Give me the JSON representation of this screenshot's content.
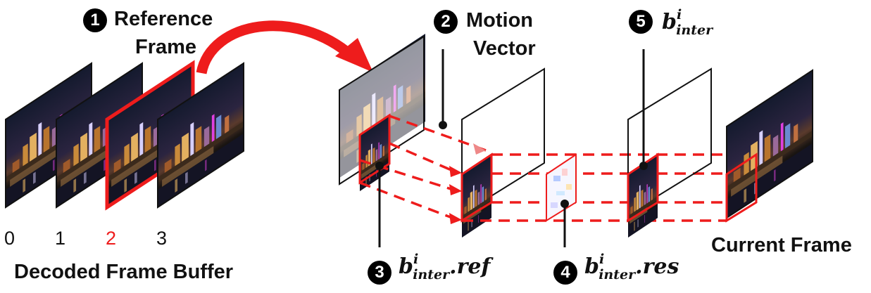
{
  "steps": [
    {
      "num": "1",
      "label_line1": "Reference",
      "label_line2": "Frame"
    },
    {
      "num": "2",
      "label_line1": "Motion",
      "label_line2": "Vector"
    },
    {
      "num": "3",
      "label_base": "b",
      "label_sup": "i",
      "label_sub": "inter",
      "label_suffix": "ref"
    },
    {
      "num": "4",
      "label_base": "b",
      "label_sup": "i",
      "label_sub": "inter",
      "label_suffix": "res"
    },
    {
      "num": "5",
      "label_base": "b",
      "label_sup": "i",
      "label_sub": "inter"
    }
  ],
  "buffer": {
    "title": "Decoded Frame Buffer",
    "indices": [
      "0",
      "1",
      "2",
      "3"
    ],
    "highlight_index": "2"
  },
  "current_frame_label": "Current Frame",
  "colors": {
    "accent": "#ee1c1c",
    "text": "#111111",
    "badge": "#000000"
  }
}
